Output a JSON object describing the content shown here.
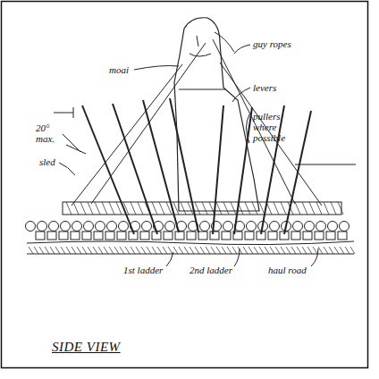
{
  "diagram": {
    "labels": [
      "guy ropes",
      "moai",
      "levers",
      "pullers where possible",
      "20° max.",
      "sled",
      "1st ladder",
      "2nd ladder",
      "haul road",
      "SIDE VIEW"
    ]
  }
}
